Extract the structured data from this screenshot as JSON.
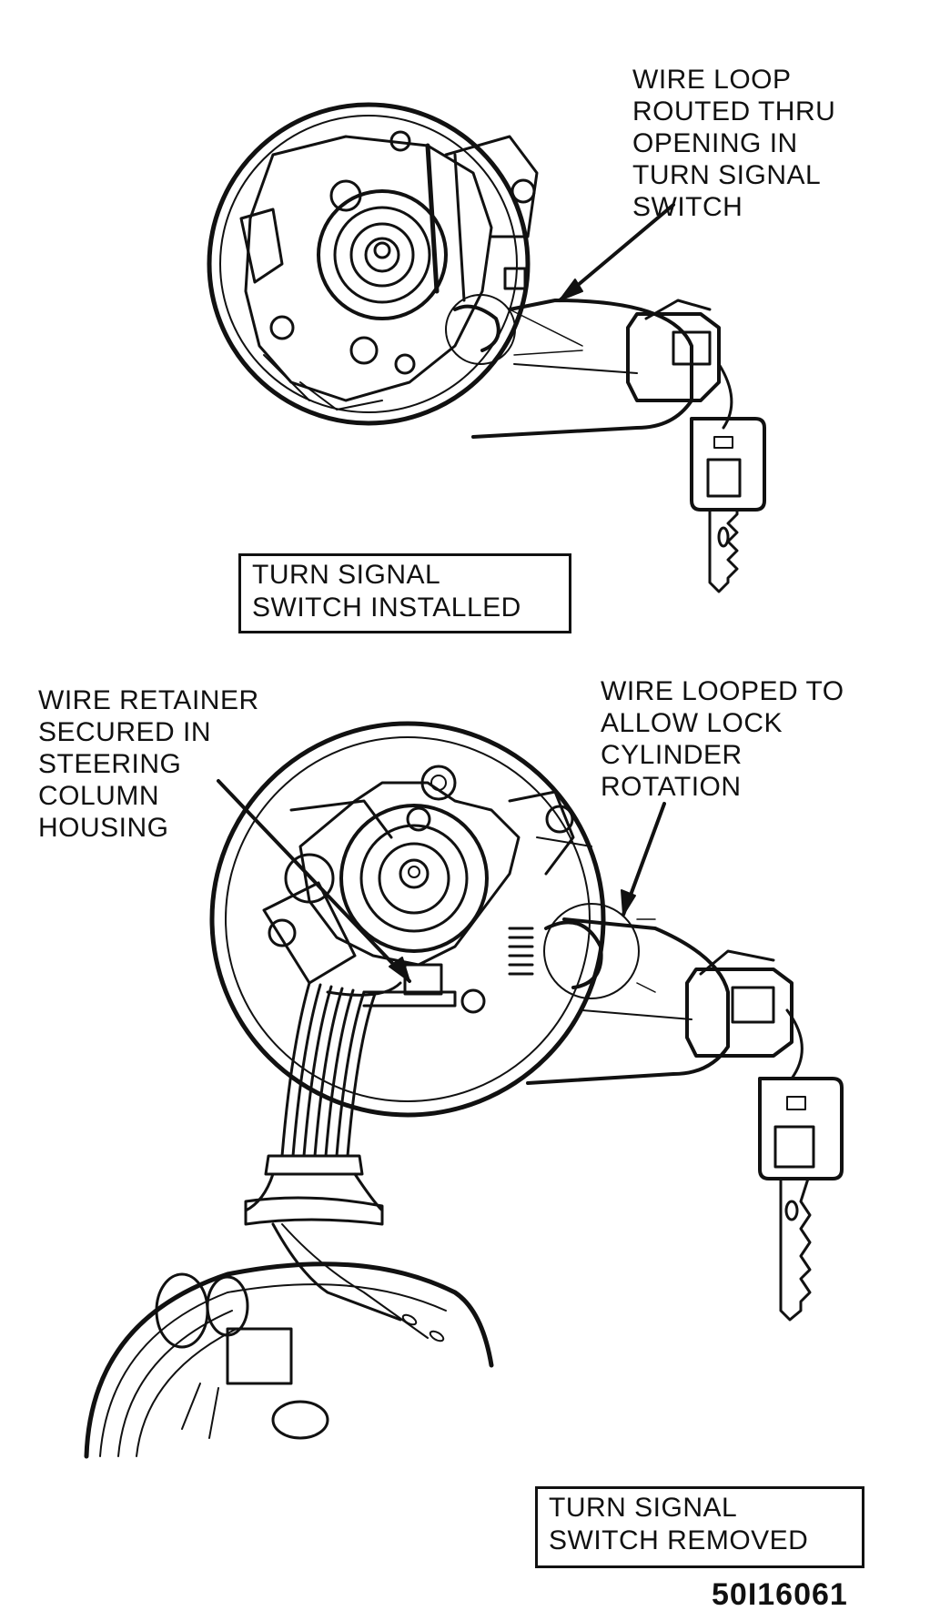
{
  "top_view": {
    "callout_wire_loop": "WIRE LOOP\nROUTED THRU\nOPENING IN\nTURN SIGNAL\nSWITCH",
    "caption": "TURN SIGNAL\nSWITCH INSTALLED"
  },
  "bottom_view": {
    "callout_wire_retainer": "WIRE RETAINER\nSECURED IN\nSTEERING\nCOLUMN\nHOUSING",
    "callout_wire_looped": "WIRE LOOPED TO\nALLOW LOCK\nCYLINDER\nROTATION",
    "caption": "TURN SIGNAL\nSWITCH REMOVED"
  },
  "figure_id": "50I16061",
  "colors": {
    "ink": "#111111",
    "paper": "#ffffff"
  }
}
